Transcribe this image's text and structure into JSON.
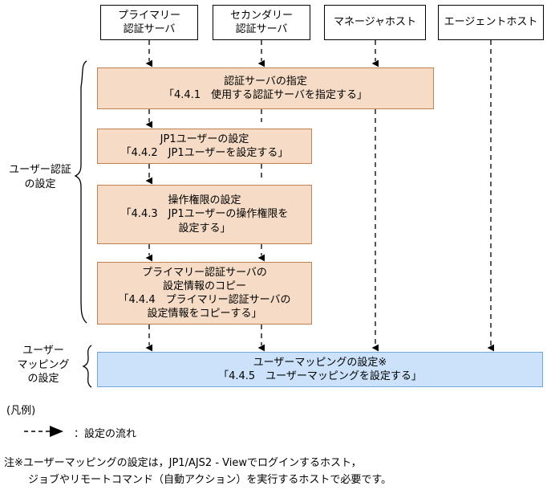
{
  "figure": {
    "lanes": [
      {
        "id": "primary-auth-server",
        "lines": [
          "プライマリー",
          "認証サーバ"
        ]
      },
      {
        "id": "secondary-auth-server",
        "lines": [
          "セカンダリー",
          "認証サーバ"
        ]
      },
      {
        "id": "manager-host",
        "lines": [
          "マネージャホスト"
        ]
      },
      {
        "id": "agent-host",
        "lines": [
          "エージェントホスト"
        ]
      }
    ],
    "steps": [
      {
        "id": "step-4-4-1",
        "lines": [
          "認証サーバの指定",
          "「4.4.1　使用する認証サーバを指定する」"
        ]
      },
      {
        "id": "step-4-4-2",
        "lines": [
          "JP1ユーザーの設定",
          "「4.4.2　JP1ユーザーを設定する」"
        ]
      },
      {
        "id": "step-4-4-3",
        "lines": [
          "操作権限の設定",
          "「4.4.3　JP1ユーザーの操作権限を",
          "設定する」"
        ]
      },
      {
        "id": "step-4-4-4",
        "lines": [
          "プライマリー認証サーバの",
          "設定情報のコピー",
          "「4.4.4　プライマリー認証サーバの",
          "設定情報をコピーする」"
        ]
      },
      {
        "id": "step-4-4-5",
        "lines": [
          "ユーザーマッピングの設定※",
          "「4.4.5　ユーザーマッピングを設定する」"
        ]
      }
    ],
    "group_labels": [
      {
        "id": "user-authentication-group",
        "lines": [
          "ユーザー認証",
          "の設定"
        ]
      },
      {
        "id": "user-mapping-group",
        "lines": [
          "ユーザー",
          "マッピング",
          "の設定"
        ]
      }
    ],
    "legend": {
      "title": "(凡例)",
      "entries": [
        {
          "id": "flow-arrow",
          "label": "：設定の流れ"
        }
      ]
    },
    "note": {
      "lines": [
        "注※ユーザーマッピングの設定は，JP1/AJS2 - Viewでログインするホスト，",
        "ジョブやリモートコマンド（自動アクション）を実行するホストで必要です。"
      ]
    },
    "colors": {
      "step_fill": "#F6DCC6",
      "step_border": "#C08050",
      "map_fill": "#CCE2FA",
      "map_border": "#6FA8DC",
      "line": "#000000",
      "header_border": "#000000"
    }
  }
}
